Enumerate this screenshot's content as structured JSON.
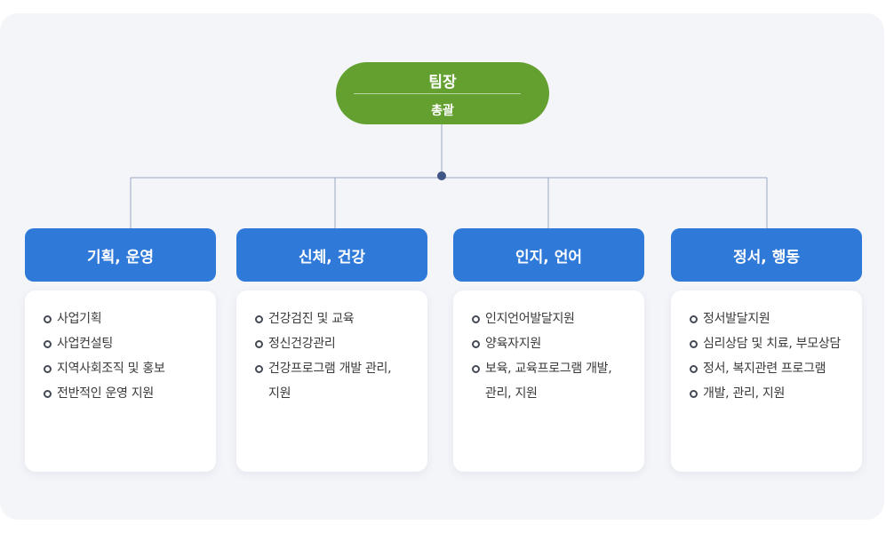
{
  "head": {
    "title": "팀장",
    "subtitle": "총괄"
  },
  "columns": [
    {
      "title": "기획, 운영",
      "items": [
        "사업기획",
        "사업컨설팅",
        "지역사회조직 및 홍보",
        "전반적인 운영 지원"
      ]
    },
    {
      "title": "신체, 건강",
      "items": [
        "건강검진 및 교육",
        "정신건강관리",
        "건강프로그램 개발 관리,",
        "지원"
      ]
    },
    {
      "title": "인지, 언어",
      "items": [
        "인지언어발달지원",
        "양육자지원",
        "보육, 교육프로그램 개발,",
        "관리, 지원"
      ]
    },
    {
      "title": "정서, 행동",
      "items": [
        "정서발달지원",
        "심리상담 및 치료, 부모상담",
        "정서, 복지관련 프로그램",
        "개발, 관리, 지원"
      ]
    }
  ],
  "colors": {
    "head": "#63a02f",
    "column_title": "#2f79d9",
    "connector": "#9aa6c4",
    "junction": "#3e5585",
    "panel": "#f4f5f9"
  }
}
